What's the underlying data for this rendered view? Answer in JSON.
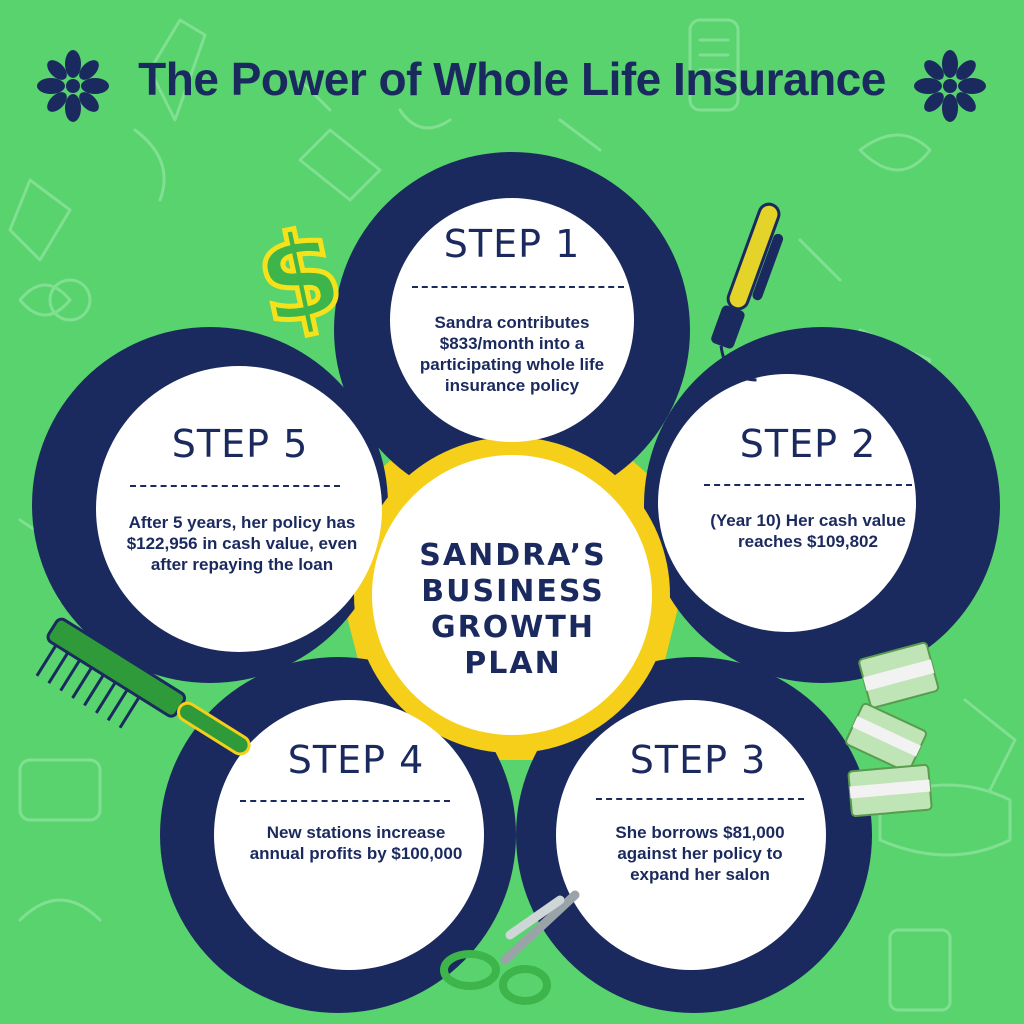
{
  "title": "The Power of Whole Life Insurance",
  "center": {
    "line1": "SANDRA’S",
    "line2": "BUSINESS",
    "line3": "GROWTH",
    "line4": "PLAN"
  },
  "steps": [
    {
      "title": "STEP 1",
      "text": "Sandra  contributes $833/month into a participating whole life insurance policy"
    },
    {
      "title": "STEP 2",
      "text": "(Year 10) Her cash value reaches $109,802"
    },
    {
      "title": "STEP 3",
      "text": "She borrows $81,000 against her policy to expand her salon"
    },
    {
      "title": "STEP 4",
      "text": "New stations increase annual profits by $100,000"
    },
    {
      "title": "STEP 5",
      "text": "After 5 years, her policy has $122,956 in cash value, even after repaying the loan"
    }
  ],
  "colors": {
    "background": "#58d36e",
    "navy": "#1b2a5e",
    "yellow": "#f5cf1a",
    "white": "#ffffff"
  },
  "icons": [
    "asterisk-icon",
    "dollar-sign-icon",
    "curling-iron-icon",
    "comb-icon",
    "scissors-icon",
    "cash-stack-icon",
    "hair-dryer-icon",
    "nail-clipper-icon",
    "brush-icon",
    "nail-polish-icon"
  ]
}
